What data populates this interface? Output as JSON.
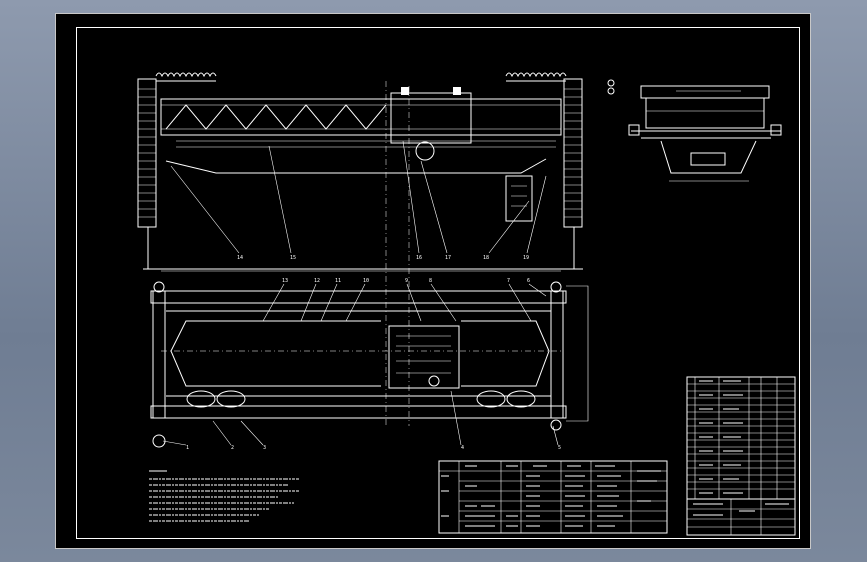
{
  "drawing": {
    "background": "#000000",
    "line_color": "#ffffff",
    "part_callouts_front": [
      "14",
      "15",
      "16",
      "17",
      "18",
      "19"
    ],
    "part_callouts_top": [
      "13",
      "12",
      "11",
      "10",
      "9",
      "8",
      "7",
      "6",
      "1",
      "2",
      "3",
      "4",
      "5"
    ]
  }
}
